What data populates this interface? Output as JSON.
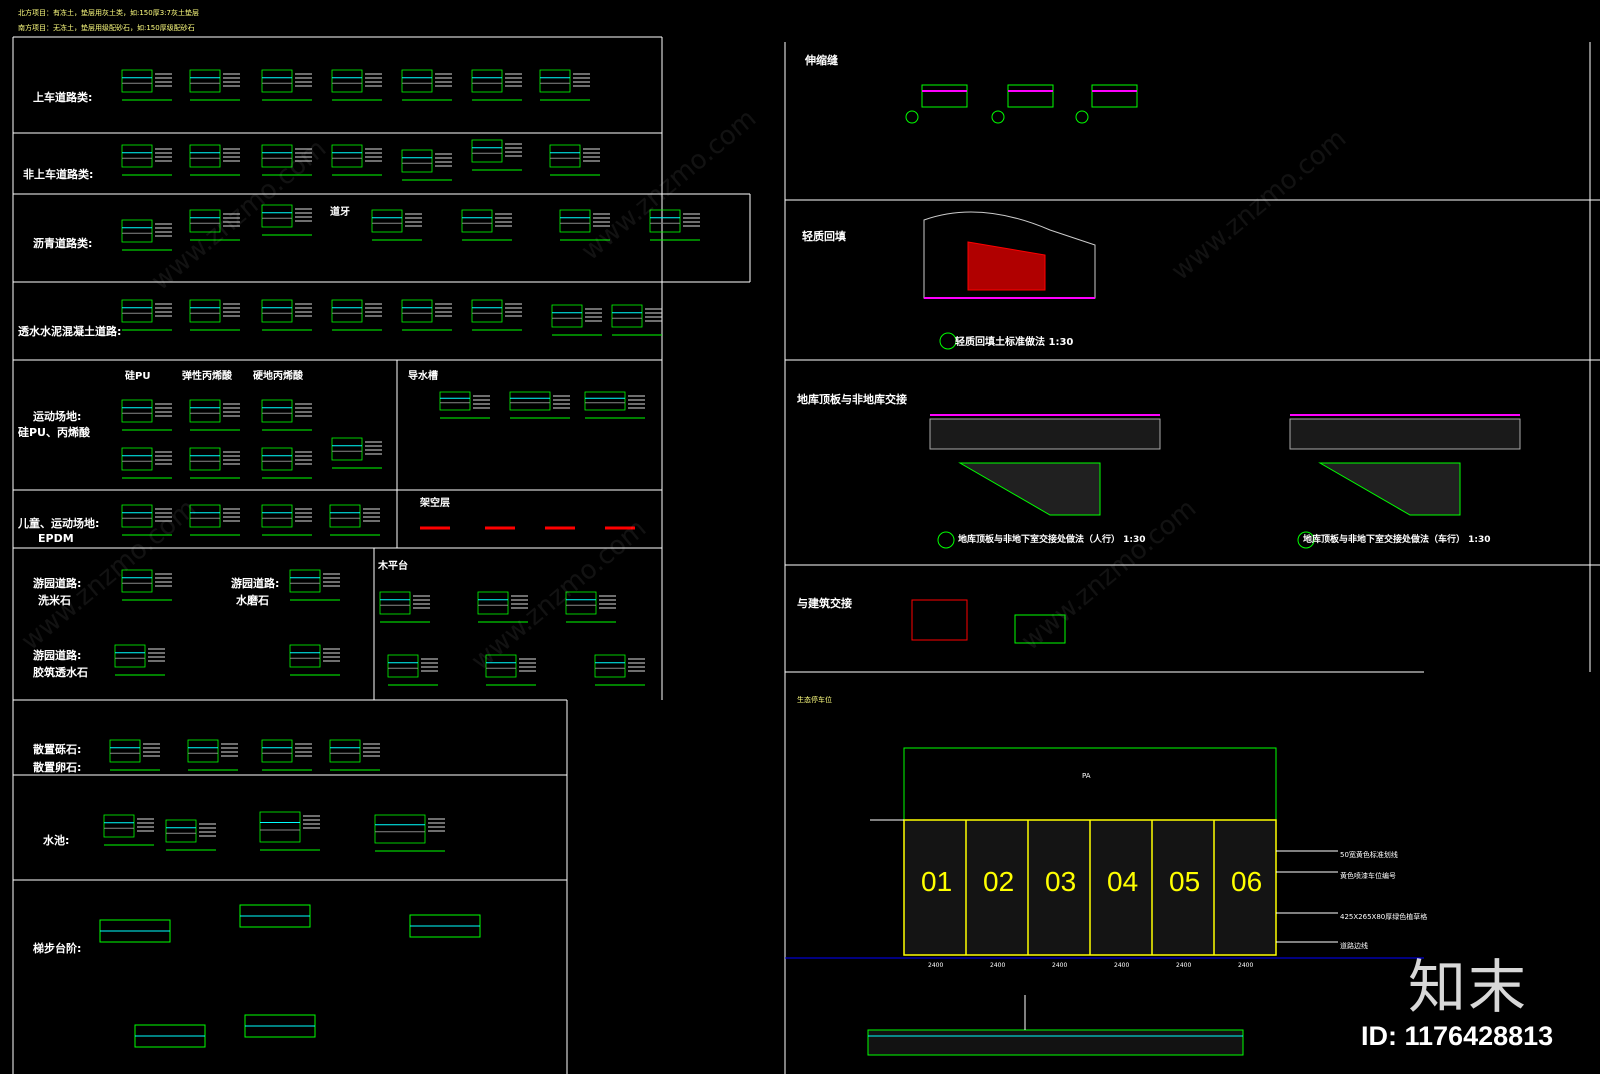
{
  "header_notes": [
    "北方项目：有冻土，垫层用灰土类，如:150厚3:7灰土垫层",
    "南方项目：无冻土，垫层用级配砂石，如:150厚级配砂石"
  ],
  "left_sections": [
    {
      "label": "上车道路类:"
    },
    {
      "label": "非上车道路类:"
    },
    {
      "label": "沥青道路类:"
    },
    {
      "label": "透水水泥混凝土道路:"
    },
    {
      "label": "运动场地:"
    },
    {
      "label": "硅PU、丙烯酸"
    },
    {
      "label": "儿童、运动场地:"
    },
    {
      "label": "EPDM"
    },
    {
      "label": "游园道路:"
    },
    {
      "label": "洗米石"
    },
    {
      "label": "游园道路:"
    },
    {
      "label": "水磨石"
    },
    {
      "label": "游园道路:"
    },
    {
      "label": "胶筑透水石"
    },
    {
      "label": "散置砾石:"
    },
    {
      "label": "散置卵石:"
    },
    {
      "label": "水池:"
    },
    {
      "label": "梯步台阶:"
    }
  ],
  "sub_labels": {
    "curb": "道牙",
    "silicon_pu": "硅PU",
    "elastic_acrylic": "弹性丙烯酸",
    "hard_acrylic": "硬地丙烯酸",
    "drain": "导水槽",
    "overhead": "架空层",
    "deck": "木平台"
  },
  "right_sections": {
    "expansion_joint": "伸缩缝",
    "light_backfill": "轻质回填",
    "light_backfill_caption": "轻质回填土标准做法 1:30",
    "garage_roof": "地库顶板与非地库交接",
    "garage_caption_1": "地库顶板与非地下室交接处做法（人行） 1:30",
    "garage_caption_2": "地库顶板与非地下室交接处做法（车行） 1:30",
    "building_junction": "与建筑交接",
    "parking_title": "生态停车位"
  },
  "parking": {
    "spaces": [
      "01",
      "02",
      "03",
      "04",
      "05",
      "06"
    ],
    "annotations": [
      "50宽黄色标准划线",
      "黄色喷漆车位编号",
      "425X265X80厚绿色植草格",
      "道路边线"
    ],
    "widths": [
      "2400",
      "2400",
      "2400",
      "2400",
      "2400",
      "2400"
    ],
    "top_label": "PA"
  },
  "branding": {
    "logo": "知末",
    "id": "ID: 1176428813",
    "watermark": "www.znzmo.com"
  },
  "colors": {
    "frame": "#ffffff",
    "accent_green": "#00ff00",
    "accent_cyan": "#00ffff",
    "accent_red": "#ff0000",
    "accent_magenta": "#ff00ff",
    "yellow": "#ffff00"
  }
}
